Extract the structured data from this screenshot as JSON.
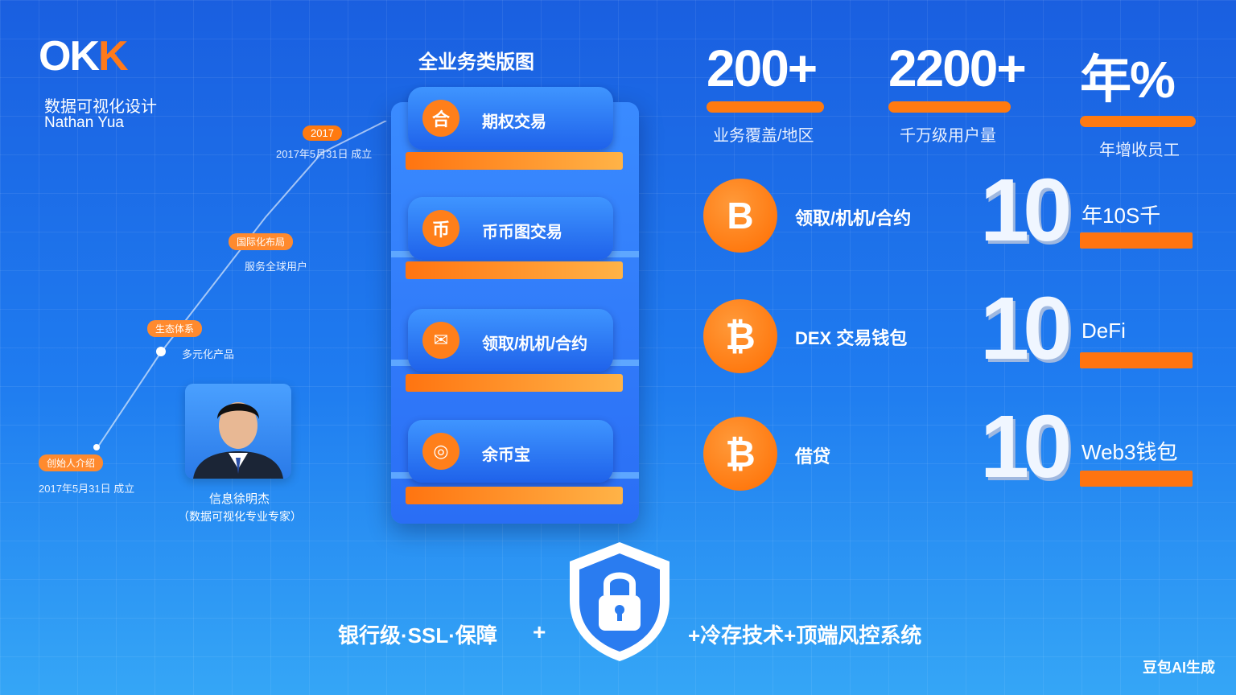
{
  "logo": {
    "main": "OK",
    "accent": "K"
  },
  "subtitle": "数据可视化设计",
  "author": "Nathan Yua",
  "timeline": {
    "year": "2017",
    "date_top": "2017年5月31日 成立",
    "tag1": "国际化布局",
    "text1": "服务全球用户",
    "tag2": "生态体系",
    "text2": "多元化产品",
    "tag3": "创始人介绍",
    "date_bottom": "2017年5月31日 成立"
  },
  "person": {
    "name": "信息徐明杰",
    "title": "（数据可视化专业专家）"
  },
  "stack": {
    "title": "全业务类版图",
    "items": [
      {
        "icon": "合",
        "label": "期权交易"
      },
      {
        "icon": "币",
        "label": "币币图交易"
      },
      {
        "icon": "✉",
        "label": "领取/机机/合约"
      },
      {
        "icon": "◎",
        "label": "余币宝"
      }
    ]
  },
  "stats": [
    {
      "value": "200+",
      "label": "业务覆盖/地区"
    },
    {
      "value": "2200+",
      "label": "千万级用户量"
    },
    {
      "value": "年%",
      "label": "年增收员工"
    }
  ],
  "products": [
    {
      "icon": "B",
      "label": "领取/机机/合约",
      "big": "10",
      "side": "年10S千"
    },
    {
      "icon": "₿",
      "label": "DEX 交易钱包",
      "big": "10",
      "side": "DeFi"
    },
    {
      "icon": "₿",
      "label": "借贷",
      "big": "10",
      "side": "Web3钱包"
    }
  ],
  "security": {
    "left": "银行级·SSL·保障",
    "plus": "+",
    "right": "+冷存技术+顶端风控系统"
  },
  "watermark": "豆包AI生成",
  "colors": {
    "accent": "#ff7a10",
    "bg": "#1f7cf0"
  }
}
